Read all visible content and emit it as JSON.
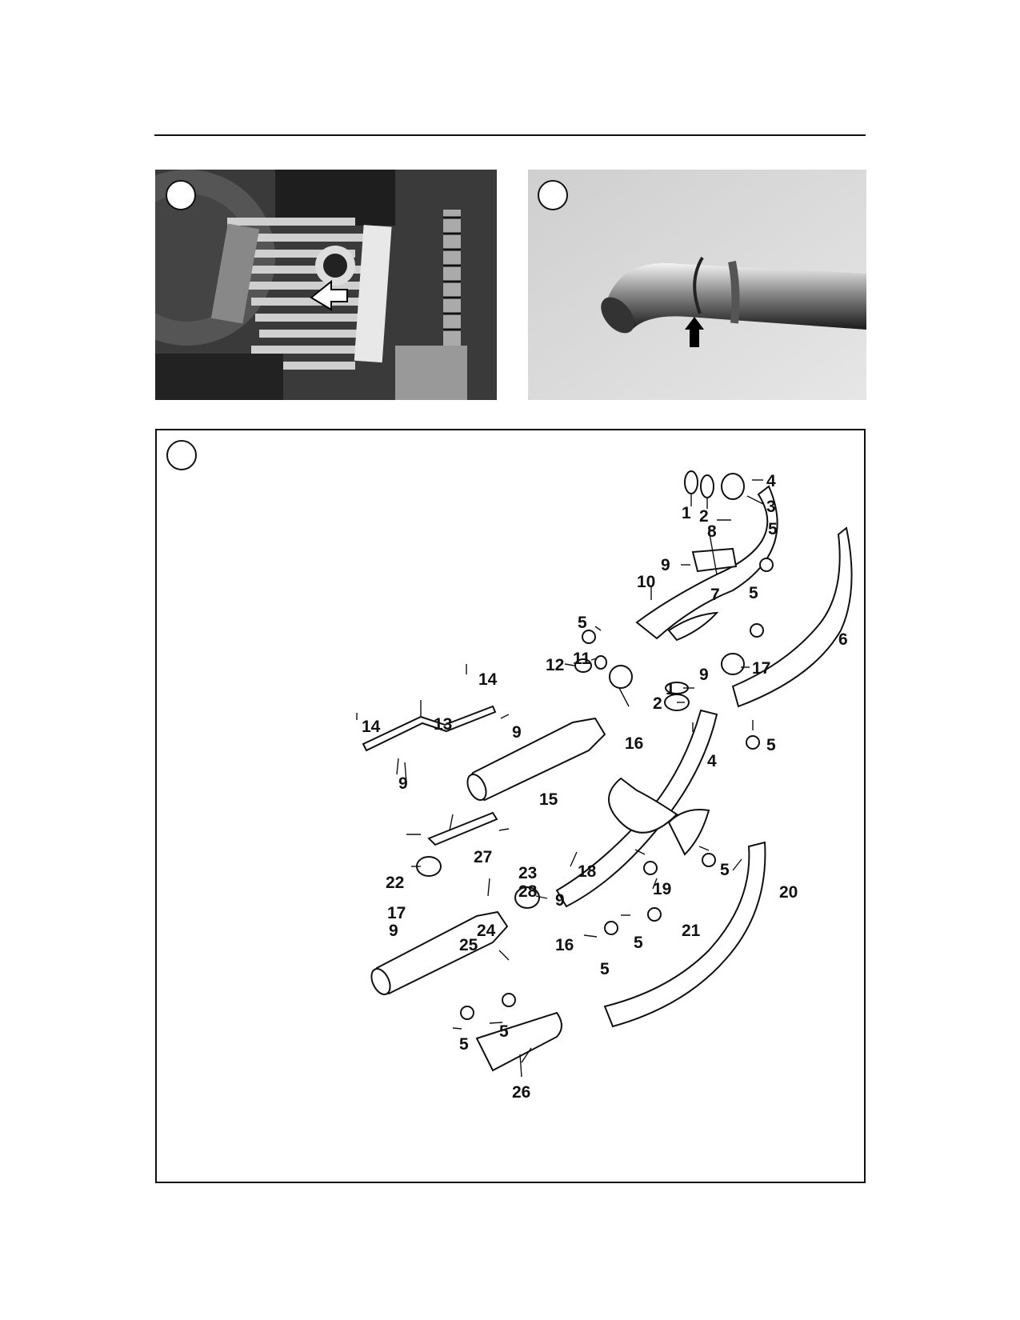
{
  "page": {
    "figures": [
      {
        "id": "photo-engine",
        "description_icon": "engine-cylinder-photo-icon"
      },
      {
        "id": "photo-exhaust-pipe",
        "description_icon": "exhaust-pipe-photo-icon"
      },
      {
        "id": "exploded-diagram",
        "description_icon": "exhaust-system-diagram-icon"
      }
    ],
    "badges": [
      "",
      "",
      ""
    ],
    "callouts": {
      "c1a": "1",
      "c2a": "2",
      "c3": "3",
      "c4a": "4",
      "c5a": "5",
      "c6": "6",
      "c7": "7",
      "c8": "8",
      "c9a": "9",
      "c10": "10",
      "c5b": "5",
      "c5c": "5",
      "c11": "11",
      "c12": "12",
      "c17a": "17",
      "c9b": "9",
      "c1b": "1",
      "c2b": "2",
      "c16a": "16",
      "c5d": "5",
      "c4b": "4",
      "c14a": "14",
      "c14b": "14",
      "c13": "13",
      "c9c": "9",
      "c9d": "9",
      "c15": "15",
      "c27": "27",
      "c22": "22",
      "c23": "23",
      "c28": "28",
      "c9e": "9",
      "c17b": "17",
      "c9f": "9",
      "c24": "24",
      "c18": "18",
      "c19": "19",
      "c5e": "5",
      "c20": "20",
      "c21": "21",
      "c16b": "16",
      "c25": "25",
      "c5f": "5",
      "c5g": "5",
      "c5h": "5",
      "c5i": "5",
      "c26": "26"
    },
    "colors": {
      "ink": "#111111",
      "photo_dark": "#2a2a2a",
      "photo_light": "#d8d8d8"
    }
  }
}
